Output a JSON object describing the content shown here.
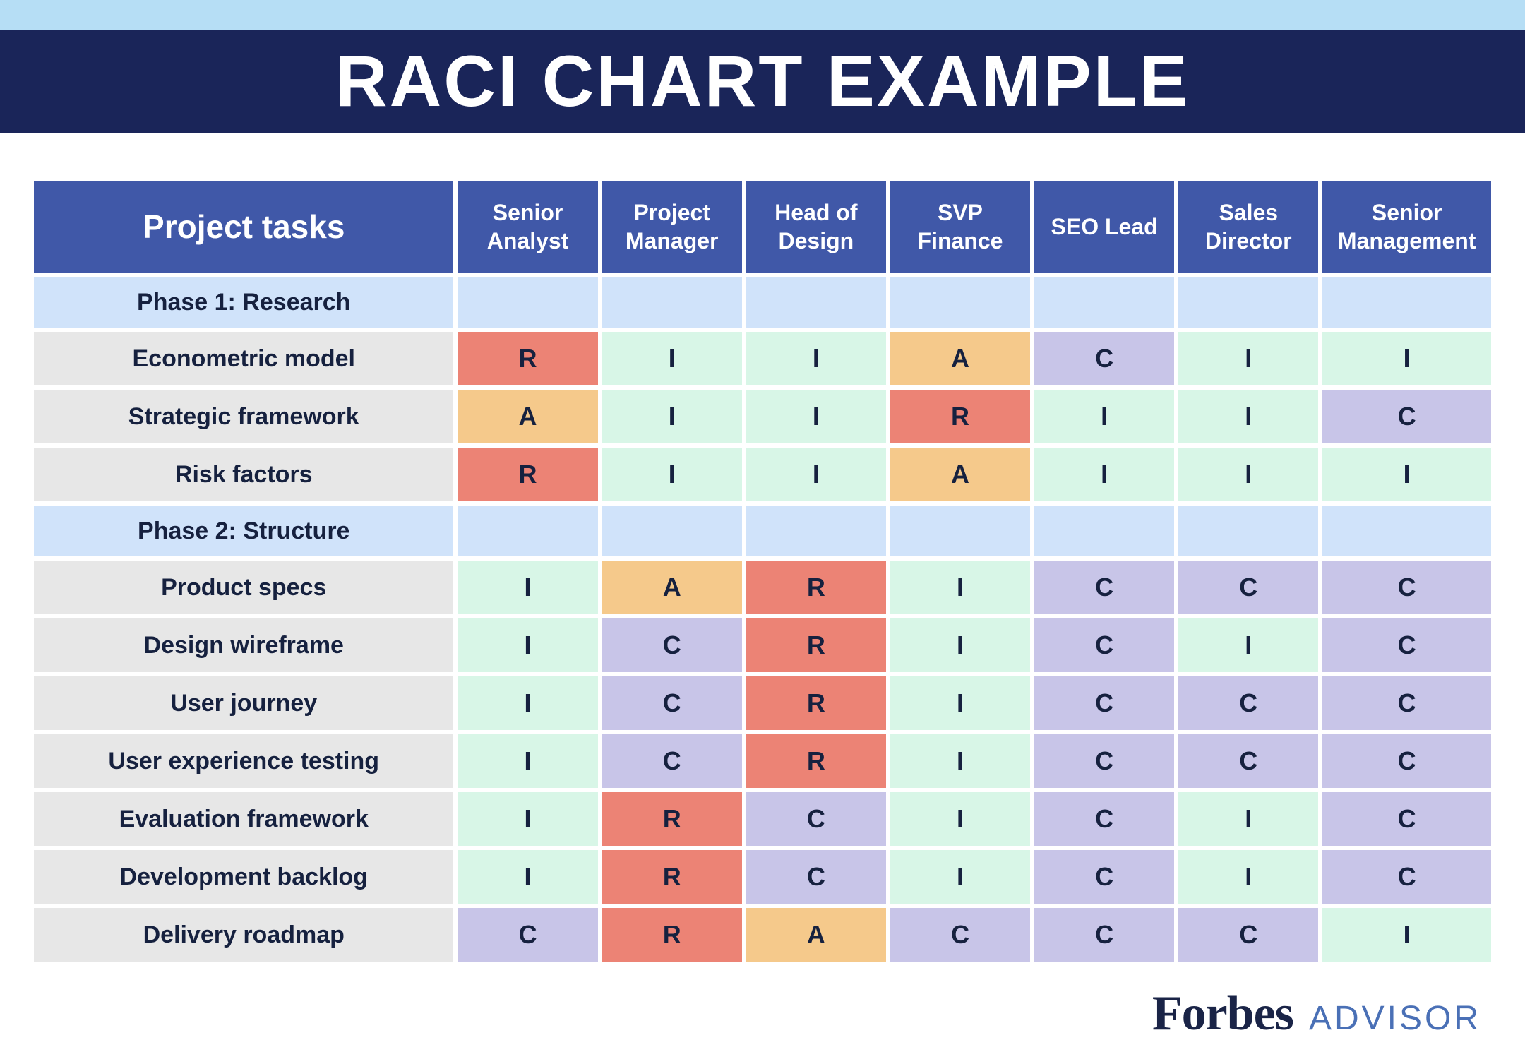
{
  "header": {
    "title": "RACI CHART EXAMPLE"
  },
  "chart_data": {
    "type": "table",
    "title": "RACI CHART EXAMPLE",
    "task_column_header": "Project tasks",
    "role_columns": [
      "Senior Analyst",
      "Project Manager",
      "Head of Design",
      "SVP Finance",
      "SEO Lead",
      "Sales Director",
      "Senior Management"
    ],
    "rows": [
      {
        "type": "phase",
        "label": "Phase 1: Research",
        "cells": []
      },
      {
        "type": "task",
        "label": "Econometric model",
        "cells": [
          "R",
          "I",
          "I",
          "A",
          "C",
          "I",
          "I"
        ]
      },
      {
        "type": "task",
        "label": "Strategic framework",
        "cells": [
          "A",
          "I",
          "I",
          "R",
          "I",
          "I",
          "C"
        ]
      },
      {
        "type": "task",
        "label": "Risk factors",
        "cells": [
          "R",
          "I",
          "I",
          "A",
          "I",
          "I",
          "I"
        ]
      },
      {
        "type": "phase",
        "label": "Phase 2: Structure",
        "cells": []
      },
      {
        "type": "task",
        "label": "Product specs",
        "cells": [
          "I",
          "A",
          "R",
          "I",
          "C",
          "C",
          "C"
        ]
      },
      {
        "type": "task",
        "label": "Design wireframe",
        "cells": [
          "I",
          "C",
          "R",
          "I",
          "C",
          "I",
          "C"
        ]
      },
      {
        "type": "task",
        "label": "User journey",
        "cells": [
          "I",
          "C",
          "R",
          "I",
          "C",
          "C",
          "C"
        ]
      },
      {
        "type": "task",
        "label": "User experience testing",
        "cells": [
          "I",
          "C",
          "R",
          "I",
          "C",
          "C",
          "C"
        ]
      },
      {
        "type": "task",
        "label": "Evaluation framework",
        "cells": [
          "I",
          "R",
          "C",
          "I",
          "C",
          "I",
          "C"
        ]
      },
      {
        "type": "task",
        "label": "Development backlog",
        "cells": [
          "I",
          "R",
          "C",
          "I",
          "C",
          "I",
          "C"
        ]
      },
      {
        "type": "task",
        "label": "Delivery roadmap",
        "cells": [
          "C",
          "R",
          "A",
          "C",
          "C",
          "C",
          "I"
        ]
      }
    ]
  },
  "colors": {
    "accent_strip": "#b6def5",
    "banner_bg": "#1a2559",
    "header_bg": "#4058a8",
    "phase_row_bg": "#d0e3fa",
    "task_label_bg": "#e7e7e7",
    "R": "#ec8375",
    "A": "#f5c98b",
    "C": "#c8c5e8",
    "I": "#d8f6e7",
    "forbes_navy": "#1a2447",
    "advisor_blue": "#4a70b6"
  },
  "footer": {
    "brand": "Forbes",
    "brand_suffix": "ADVISOR"
  }
}
